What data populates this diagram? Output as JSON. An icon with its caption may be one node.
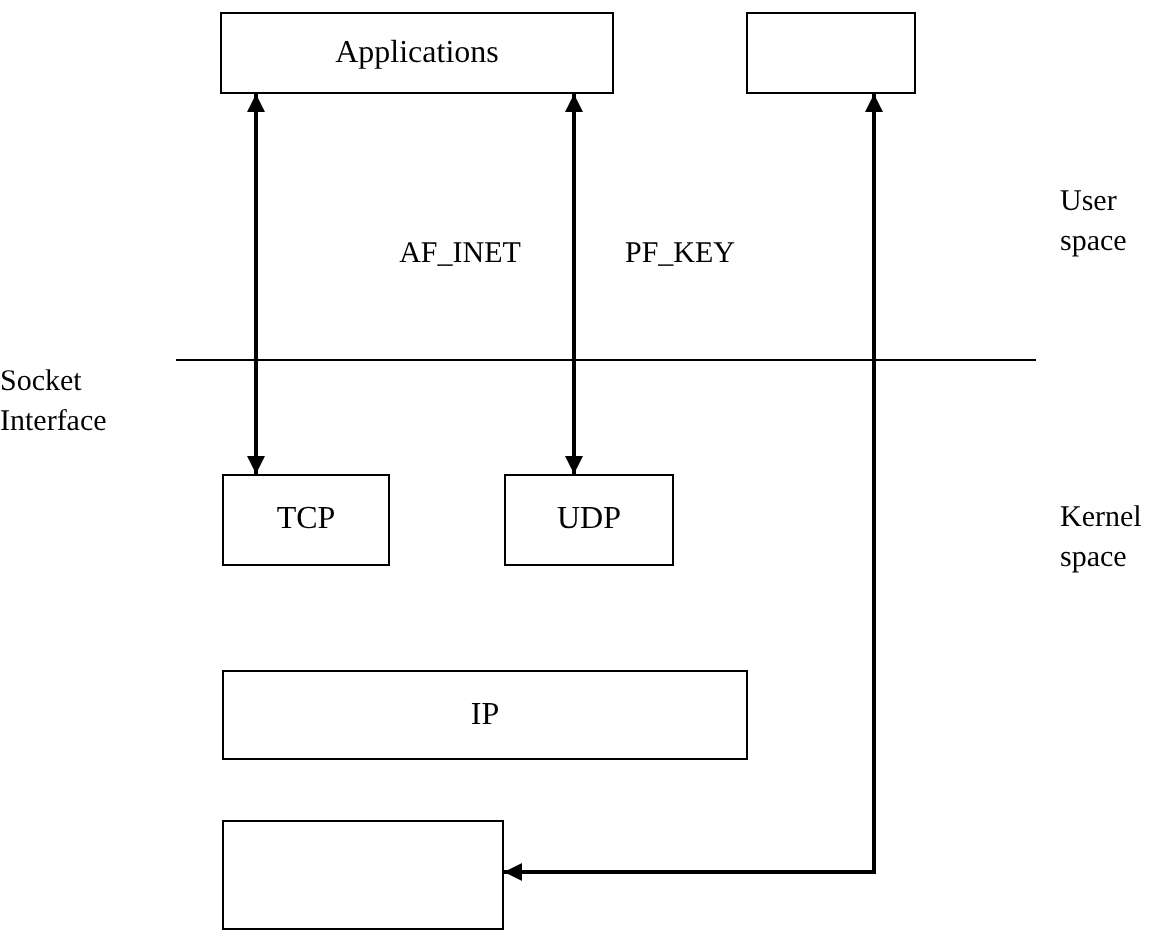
{
  "diagram": {
    "nodes": [
      {
        "text": [
          "Applications"
        ]
      },
      {
        "text": [],
        "shape": "box"
      },
      {
        "text": [
          "TCP"
        ]
      },
      {
        "text": [
          "UDP"
        ]
      },
      {
        "text": [
          "IP"
        ]
      },
      {
        "text": [],
        "shape": "box"
      }
    ],
    "edges": [
      {
        "from": 0,
        "to": 2,
        "arrow": "both"
      },
      {
        "from": 0,
        "to": 3,
        "arrow": "both"
      },
      {
        "from": 1,
        "to": 5,
        "arrow": "both"
      }
    ],
    "labels": [
      "AF_INET",
      "PF_KEY",
      "User space",
      "Socket Interface",
      "Kernel space"
    ]
  }
}
